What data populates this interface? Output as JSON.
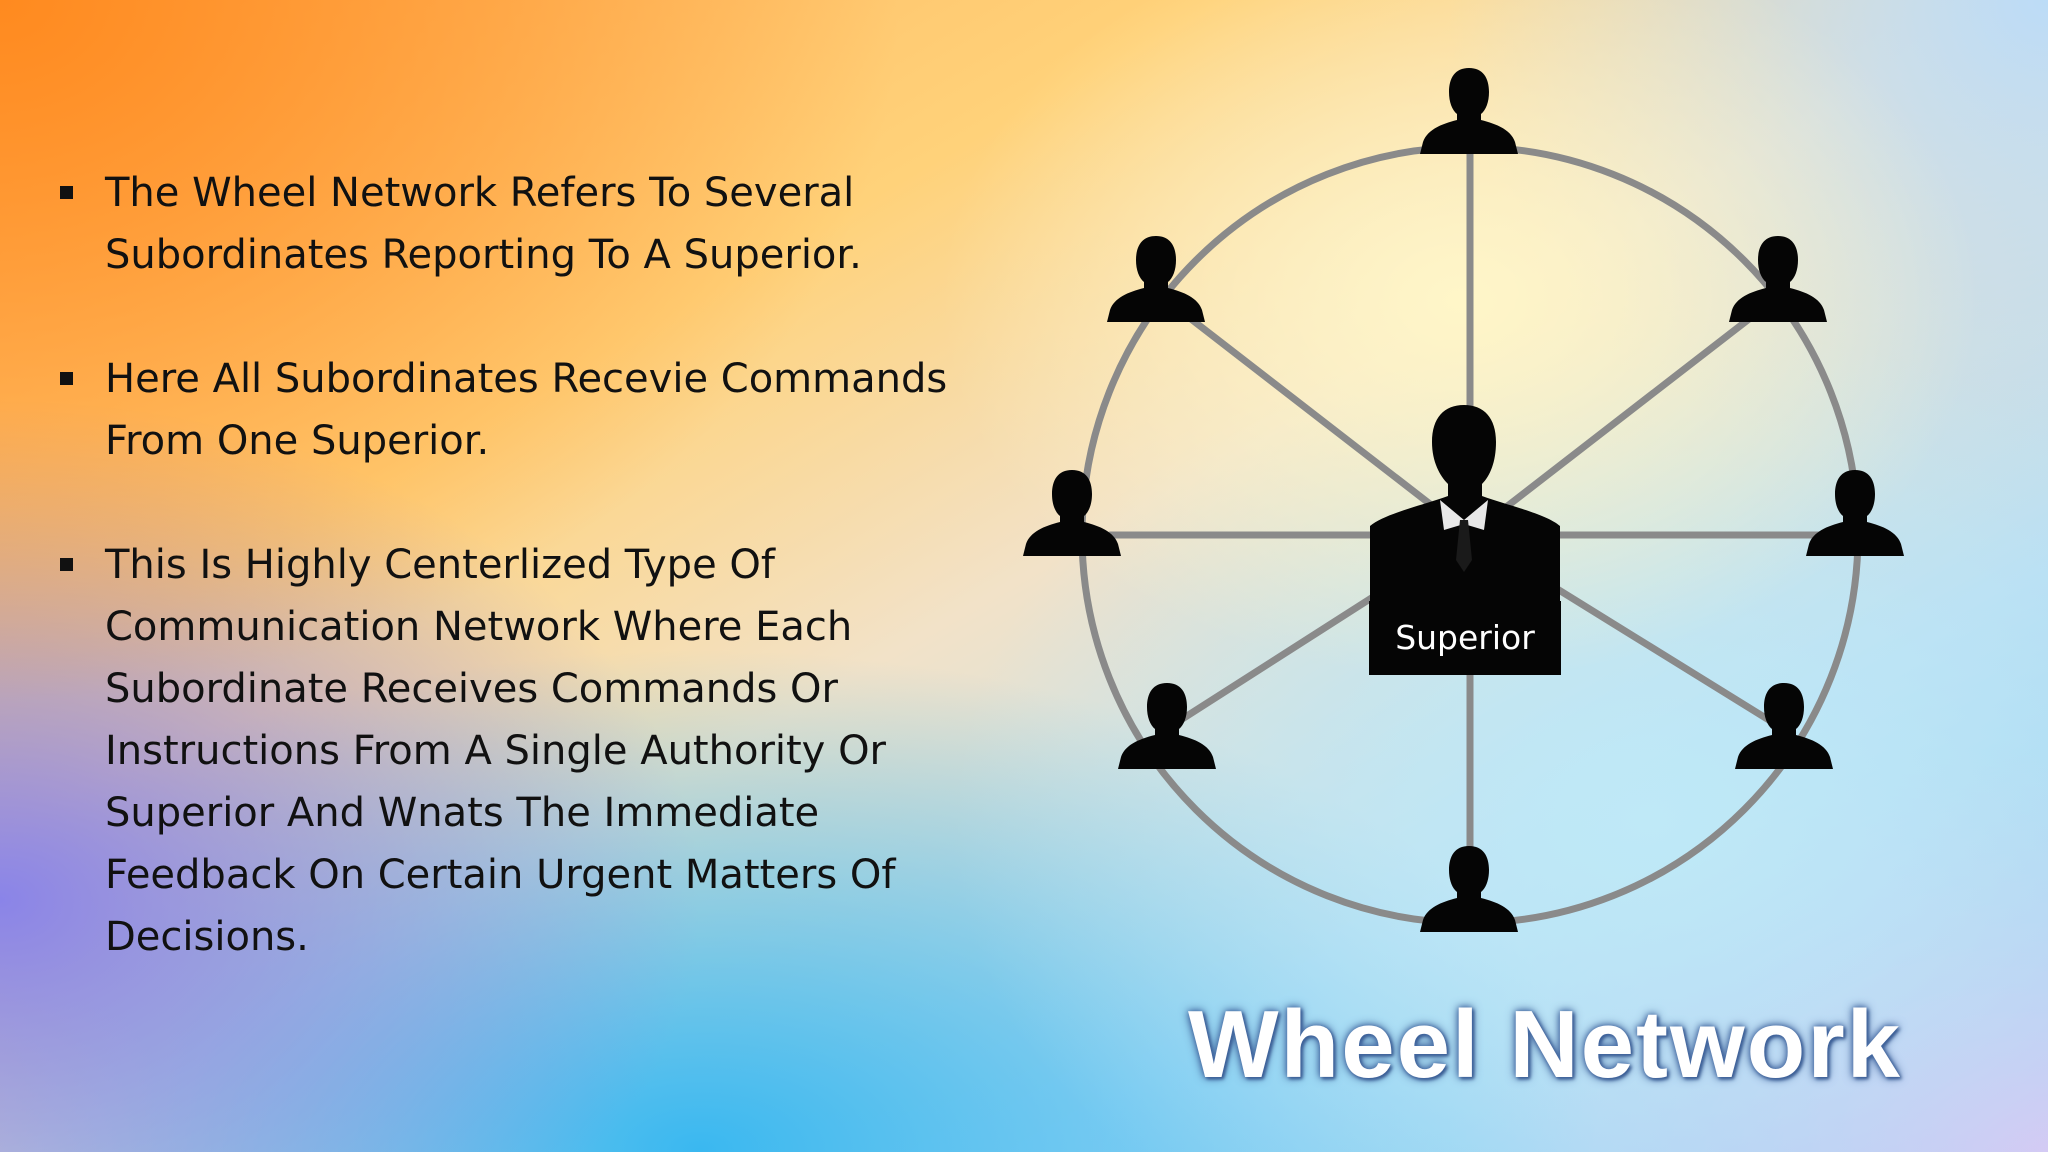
{
  "bullets": [
    "The Wheel Network Refers To Several Subordinates Reporting To A Superior.",
    "Here All Subordinates Recevie Commands From One Superior.",
    "This Is Highly Centerlized Type Of Communication Network Where Each Subordinate Receives Commands Or Instructions From A Single Authority Or Superior And Wnats The Immediate Feedback On Certain Urgent Matters Of Decisions."
  ],
  "diagram": {
    "center_label": "Superior",
    "subordinate_count": 8,
    "icons": {
      "center": "manager-in-suit-icon",
      "node": "person-silhouette-icon"
    },
    "colors": {
      "ring": "#8a8a8a",
      "silhouette": "#050505",
      "label_bg": "#050505",
      "label_text": "#ffffff"
    }
  },
  "title": "Wheel Network"
}
